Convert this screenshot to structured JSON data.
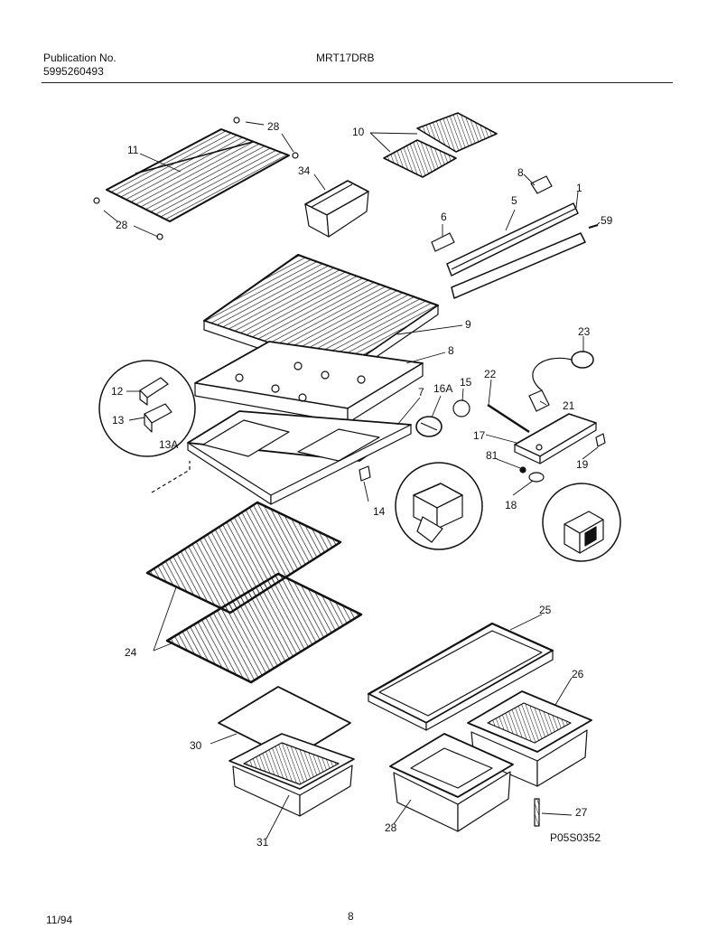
{
  "header": {
    "publication_label": "Publication No.",
    "publication_number": "5995260493",
    "model": "MRT17DRB"
  },
  "callouts": [
    "28",
    "11",
    "34",
    "10",
    "8",
    "5",
    "1",
    "6",
    "59",
    "28",
    "9",
    "8",
    "23",
    "12",
    "13",
    "13A",
    "16A",
    "15",
    "22",
    "21",
    "7",
    "17",
    "81",
    "19",
    "14",
    "18",
    "24",
    "25",
    "26",
    "30",
    "31",
    "28",
    "27"
  ],
  "figure_code": "P05S0352",
  "footer": {
    "date": "11/94",
    "page": "8"
  }
}
